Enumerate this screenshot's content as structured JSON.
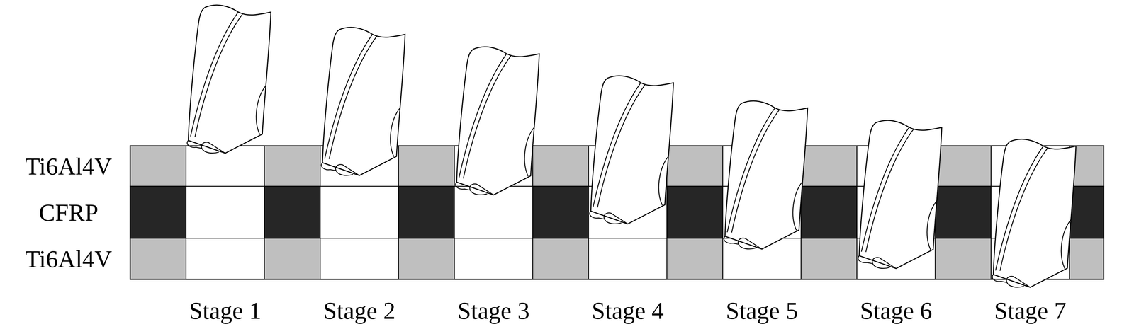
{
  "diagram": {
    "labels": [
      "Ti6Al4V",
      "CFRP",
      "Ti6Al4V",
      "Stage 1",
      "Stage 2",
      "Stage 3",
      "Stage 4",
      "Stage 5",
      "Stage 6",
      "Stage 7"
    ]
  }
}
